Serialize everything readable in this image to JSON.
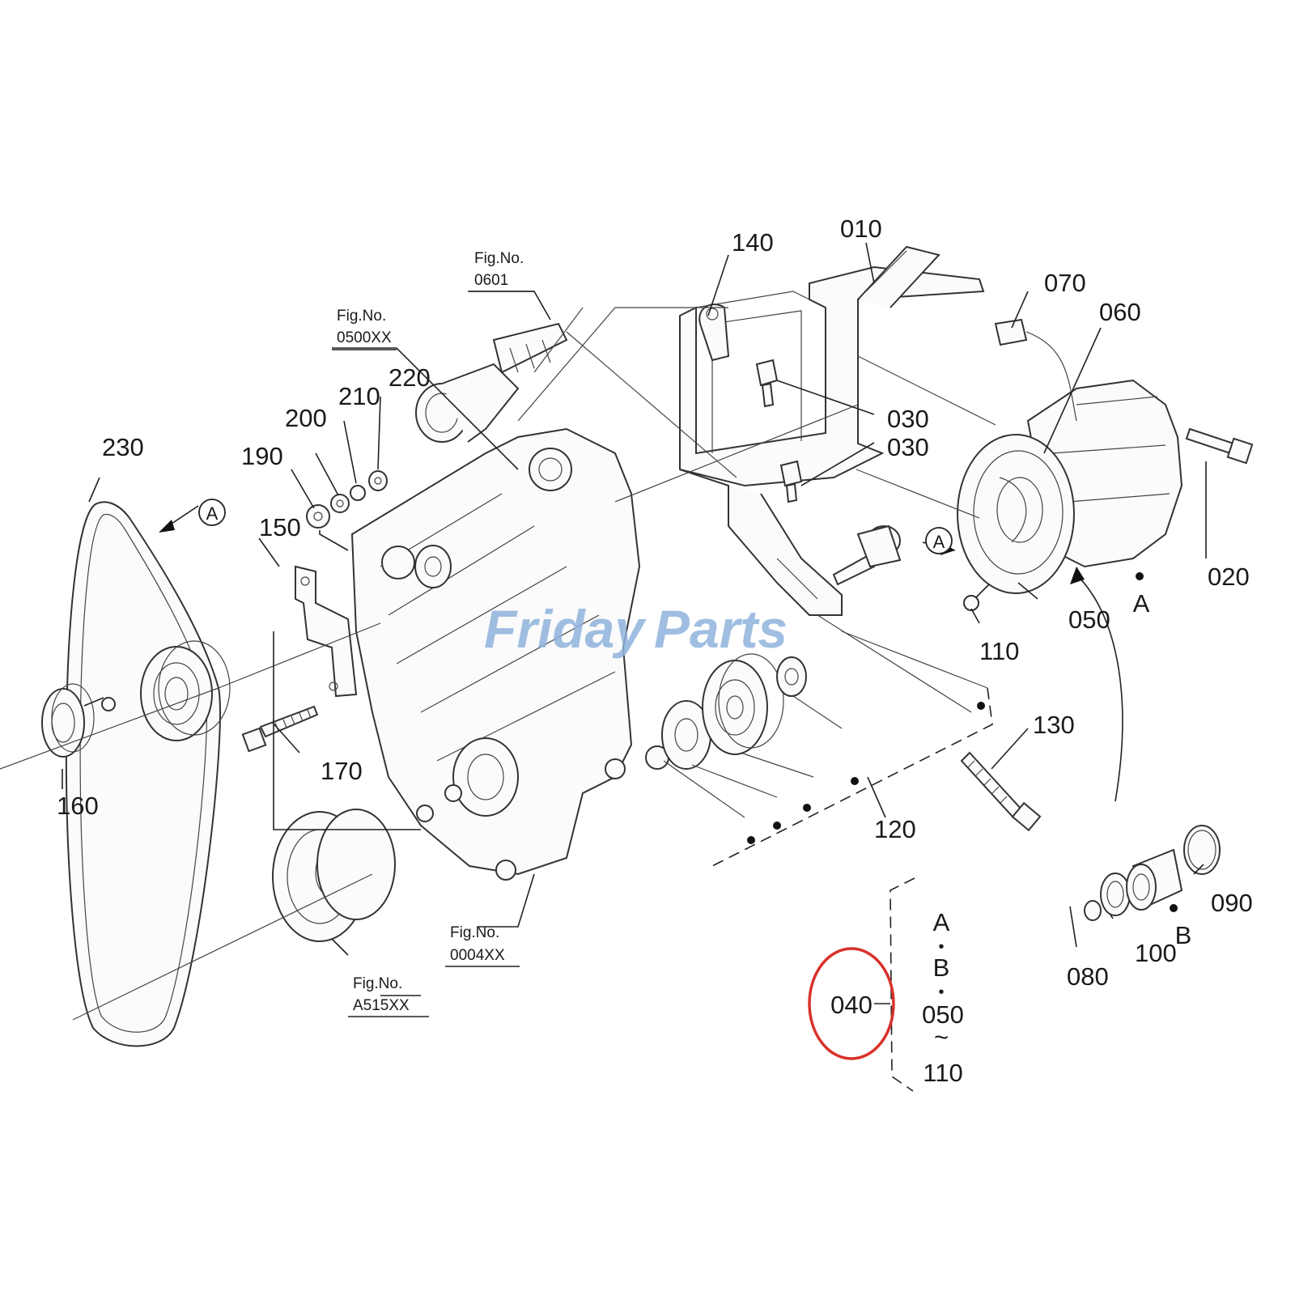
{
  "labels": {
    "p010": "010",
    "p020": "020",
    "p030a": "030",
    "p030b": "030",
    "p040": "040",
    "p050": "050",
    "p060": "060",
    "p070": "070",
    "p080": "080",
    "p090": "090",
    "p100": "100",
    "p110": "110",
    "p120": "120",
    "p130": "130",
    "p140": "140",
    "p150": "150",
    "p160": "160",
    "p170": "170",
    "p190": "190",
    "p200": "200",
    "p210": "210",
    "p220": "220",
    "p230": "230",
    "refA": "A",
    "refB": "B"
  },
  "fig_refs": {
    "f0601_a": "Fig.No.",
    "f0601_b": "0601",
    "f0500_a": "Fig.No.",
    "f0500_b": "0500XX",
    "f0004_a": "Fig.No.",
    "f0004_b": "0004XX",
    "fA515_a": "Fig.No.",
    "fA515_b": "A515XX"
  },
  "assembly_bracket": {
    "line1": "A",
    "sep1": "•",
    "line2": "B",
    "sep2": "•",
    "line3": "050",
    "sep3": "~",
    "line4": "110"
  },
  "callout_circles": {
    "A_left": "A",
    "A_right": "A"
  },
  "watermark": {
    "part1": "Friday",
    "part2": "Parts"
  },
  "colors": {
    "highlight_circle": "#d8322a",
    "watermark_blue": "#8fb3dc",
    "watermark_orange": "#f0a23a",
    "line": "#222222"
  }
}
